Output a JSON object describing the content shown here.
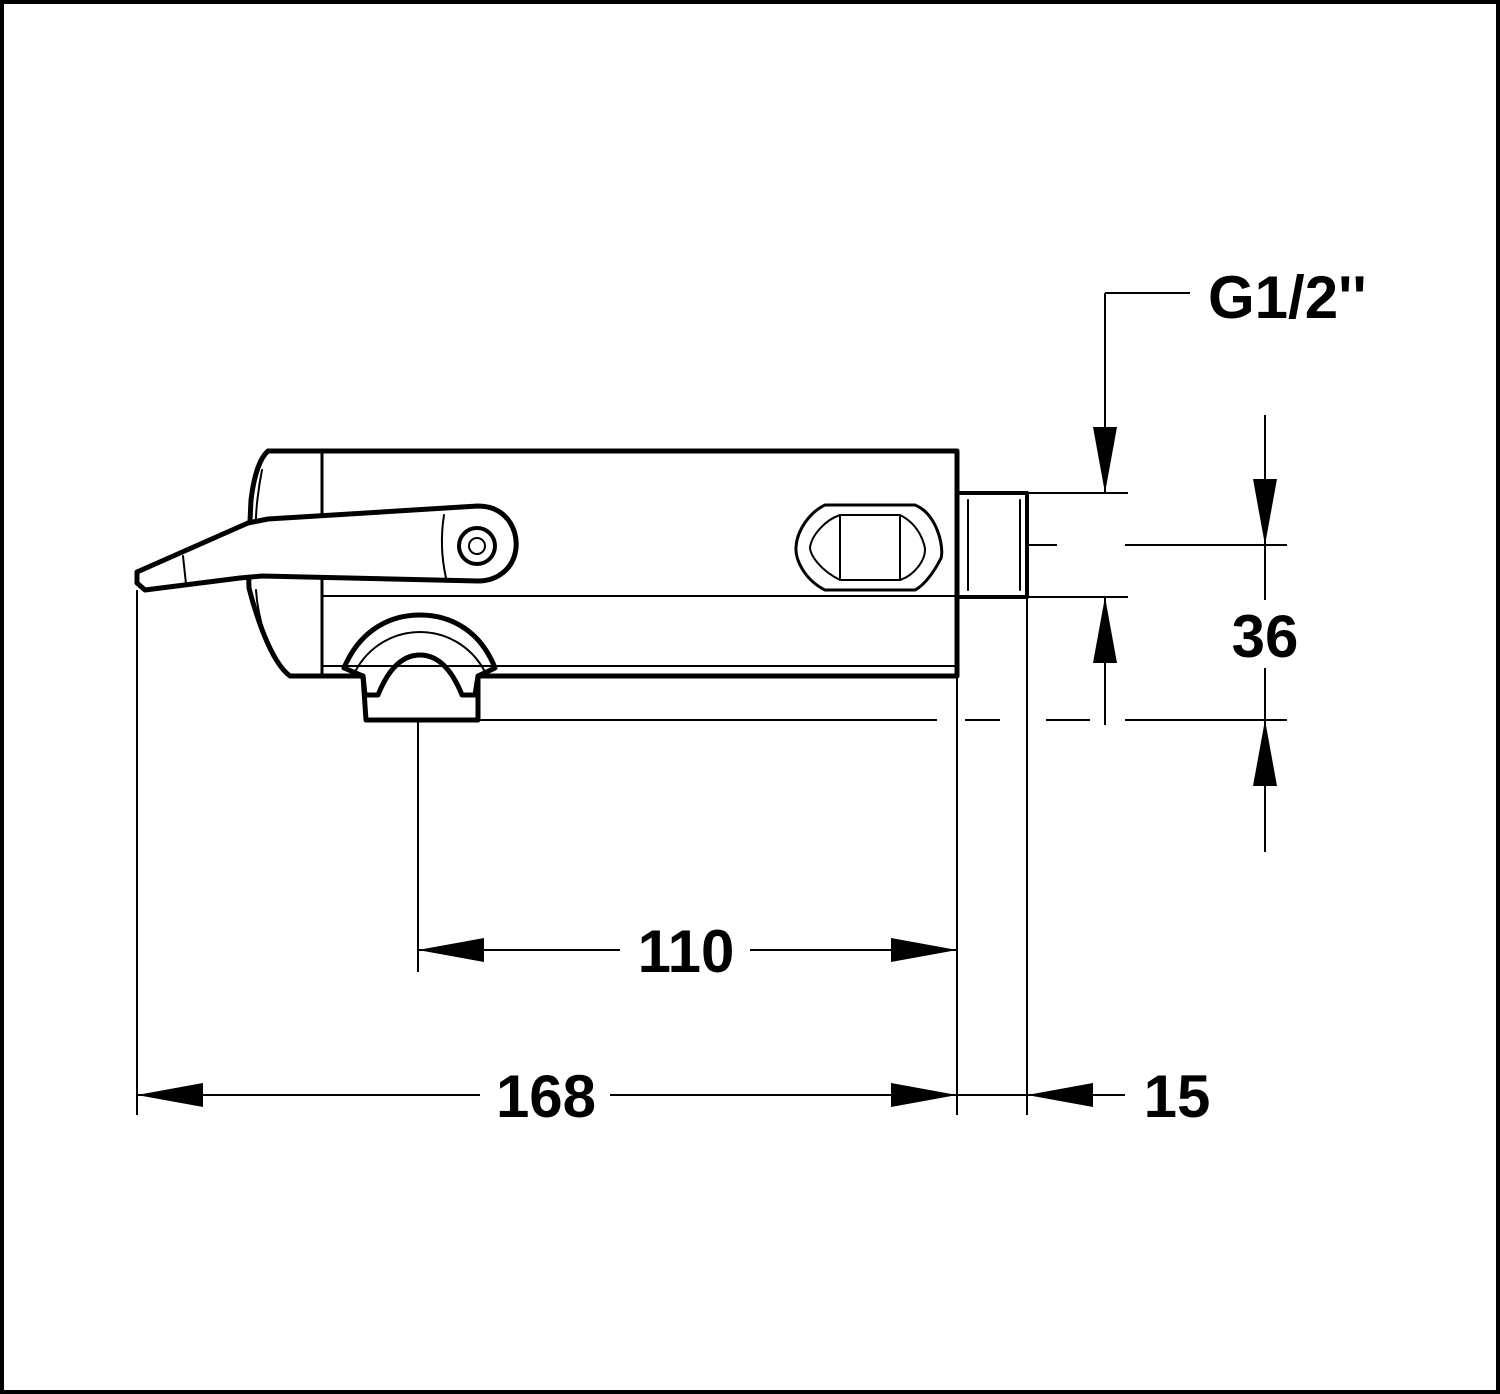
{
  "dimensions": {
    "depth_total": "168",
    "outlet_to_wall": "110",
    "connector_length": "15",
    "connector_height": "36",
    "thread": "G1/2''"
  },
  "colors": {
    "line": "#000000",
    "background": "#ffffff"
  }
}
